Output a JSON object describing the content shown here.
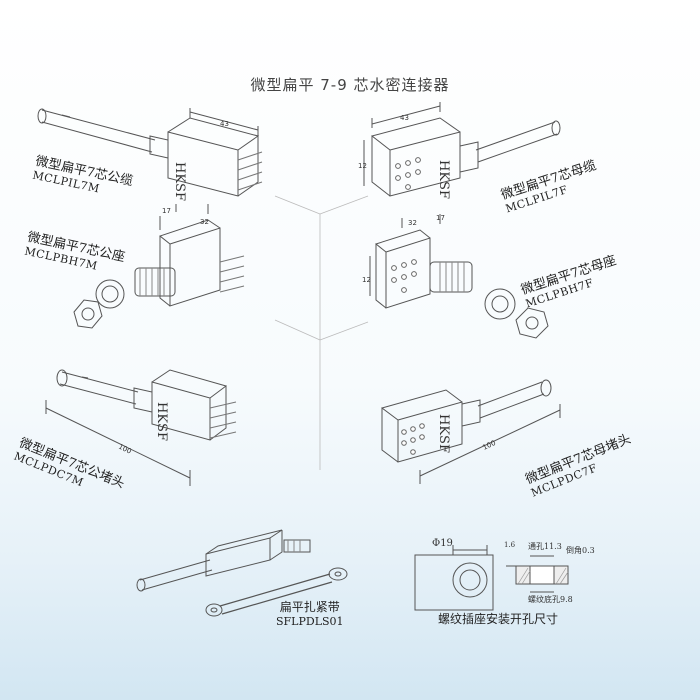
{
  "title": "微型扁平 7-9 芯水密连接器",
  "items": [
    {
      "cn": "微型扁平7芯公缆",
      "code": "MCLPIL7M"
    },
    {
      "cn": "微型扁平7芯母缆",
      "code": "MCLPIL7F"
    },
    {
      "cn": "微型扁平7芯公座",
      "code": "MCLPBH7M"
    },
    {
      "cn": "微型扁平7芯母座",
      "code": "MCLPBH7F"
    },
    {
      "cn": "微型扁平7芯公堵头",
      "code": "MCLPDC7M"
    },
    {
      "cn": "微型扁平7芯母堵头",
      "code": "MCLPDC7F"
    }
  ],
  "strap": {
    "cn": "扁平扎紧带",
    "code": "SFLPDLS01"
  },
  "panel_cutout": {
    "caption": "螺纹插座安装开孔尺寸",
    "diameter": "Φ19",
    "through_hole": "通孔11.3",
    "chamfer": "倒角0.3",
    "thread_hole": "螺纹底孔9.8",
    "dim_small": "1.6"
  },
  "brand_mark": "HKSF",
  "dims": {
    "d43": "43",
    "d12": "12",
    "d17": "17",
    "d32": "32",
    "d6": "6",
    "d100": "100"
  }
}
